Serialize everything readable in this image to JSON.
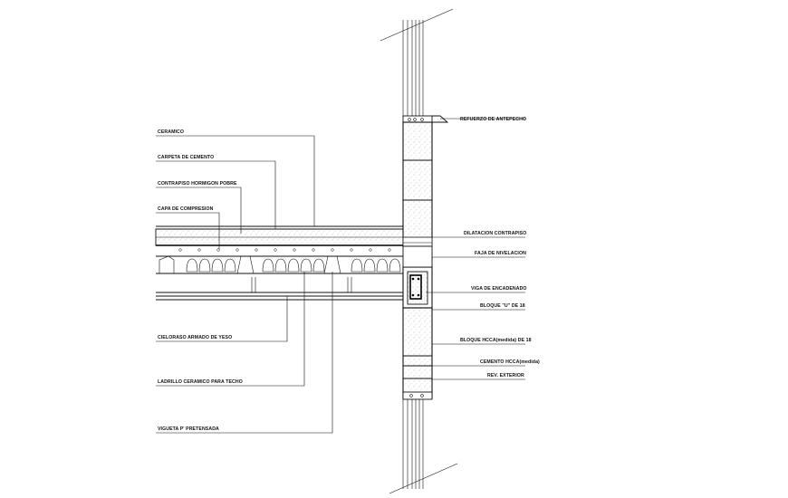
{
  "labels_left": {
    "ceramico": "CERAMICO",
    "carpeta": "CARPETA DE CEMENTO",
    "contrapiso": "CONTRAPISO HORMIGON POBRE",
    "capa": "CAPA DE COMPRESION",
    "cielorraso": "CIELORASO ARMADO DE YESO",
    "ladrillo": "LADRILLO CERAMICO PARA TECHO",
    "vigueta": "VIGUETA P' PRETENSADA"
  },
  "labels_right": {
    "refuerzo": "REFUERZO DE ANTEPECHO",
    "dilatacion": "DILATACION CONTRAPISO",
    "faja": "FAJA DE NIVELACION",
    "viga": "VIGA DE ENCADENADO",
    "bloque_u": "BLOQUE \"U\" DE 18",
    "bloque_hcca": "BLOQUE HCCA(medida) DE 18",
    "cemento": "CEMENTO HCCA(medida)",
    "rev": "REV. EXTERIOR"
  }
}
